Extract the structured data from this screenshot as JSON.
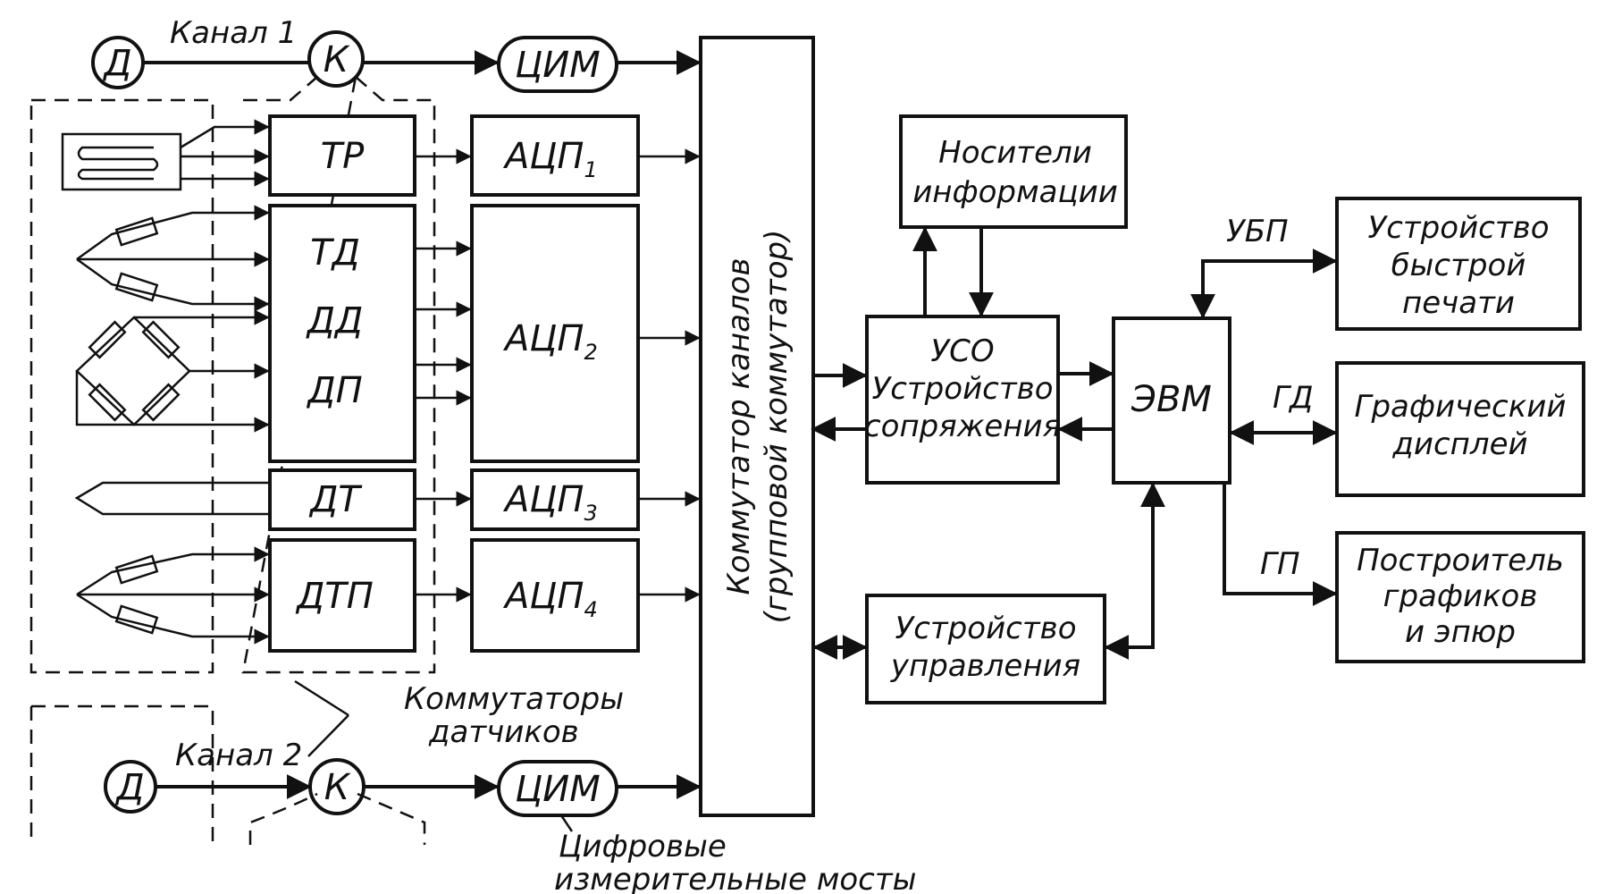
{
  "channels": {
    "channel1_label": "Канал 1",
    "channel2_label": "Канал 2",
    "sensor_label": "Д",
    "switch_label": "К",
    "cim_label": "ЦИМ"
  },
  "converters": {
    "tr": "ТР",
    "td": "ТД",
    "dd": "ДД",
    "dp": "ДП",
    "dt": "ДТ",
    "dtp": "ДТП"
  },
  "adc": {
    "base": "АЦП",
    "sub1": "1",
    "sub2": "2",
    "sub3": "3",
    "sub4": "4"
  },
  "multiplexer": {
    "line1": "Коммутатор каналов",
    "line2": "(групповой коммутатор)"
  },
  "storage": {
    "line1": "Носители",
    "line2": "информации"
  },
  "interface_unit": {
    "line1": "УСО",
    "line2": "Устройство",
    "line3": "сопряжения"
  },
  "control_unit": {
    "line1": "Устройство",
    "line2": "управления"
  },
  "computer": {
    "label": "ЭВМ"
  },
  "links": {
    "ubp": "УБП",
    "gd": "ГД",
    "gp": "ГП"
  },
  "printer": {
    "line1": "Устройство",
    "line2": "быстрой",
    "line3": "печати"
  },
  "display": {
    "line1": "Графический",
    "line2": "дисплей"
  },
  "plotter": {
    "line1": "Построитель",
    "line2": "графиков",
    "line3": "и эпюр"
  },
  "annotations": {
    "switches_line1": "Коммутаторы",
    "switches_line2": "датчиков",
    "bridges_line1": "Цифровые",
    "bridges_line2": "измерительные мосты"
  }
}
